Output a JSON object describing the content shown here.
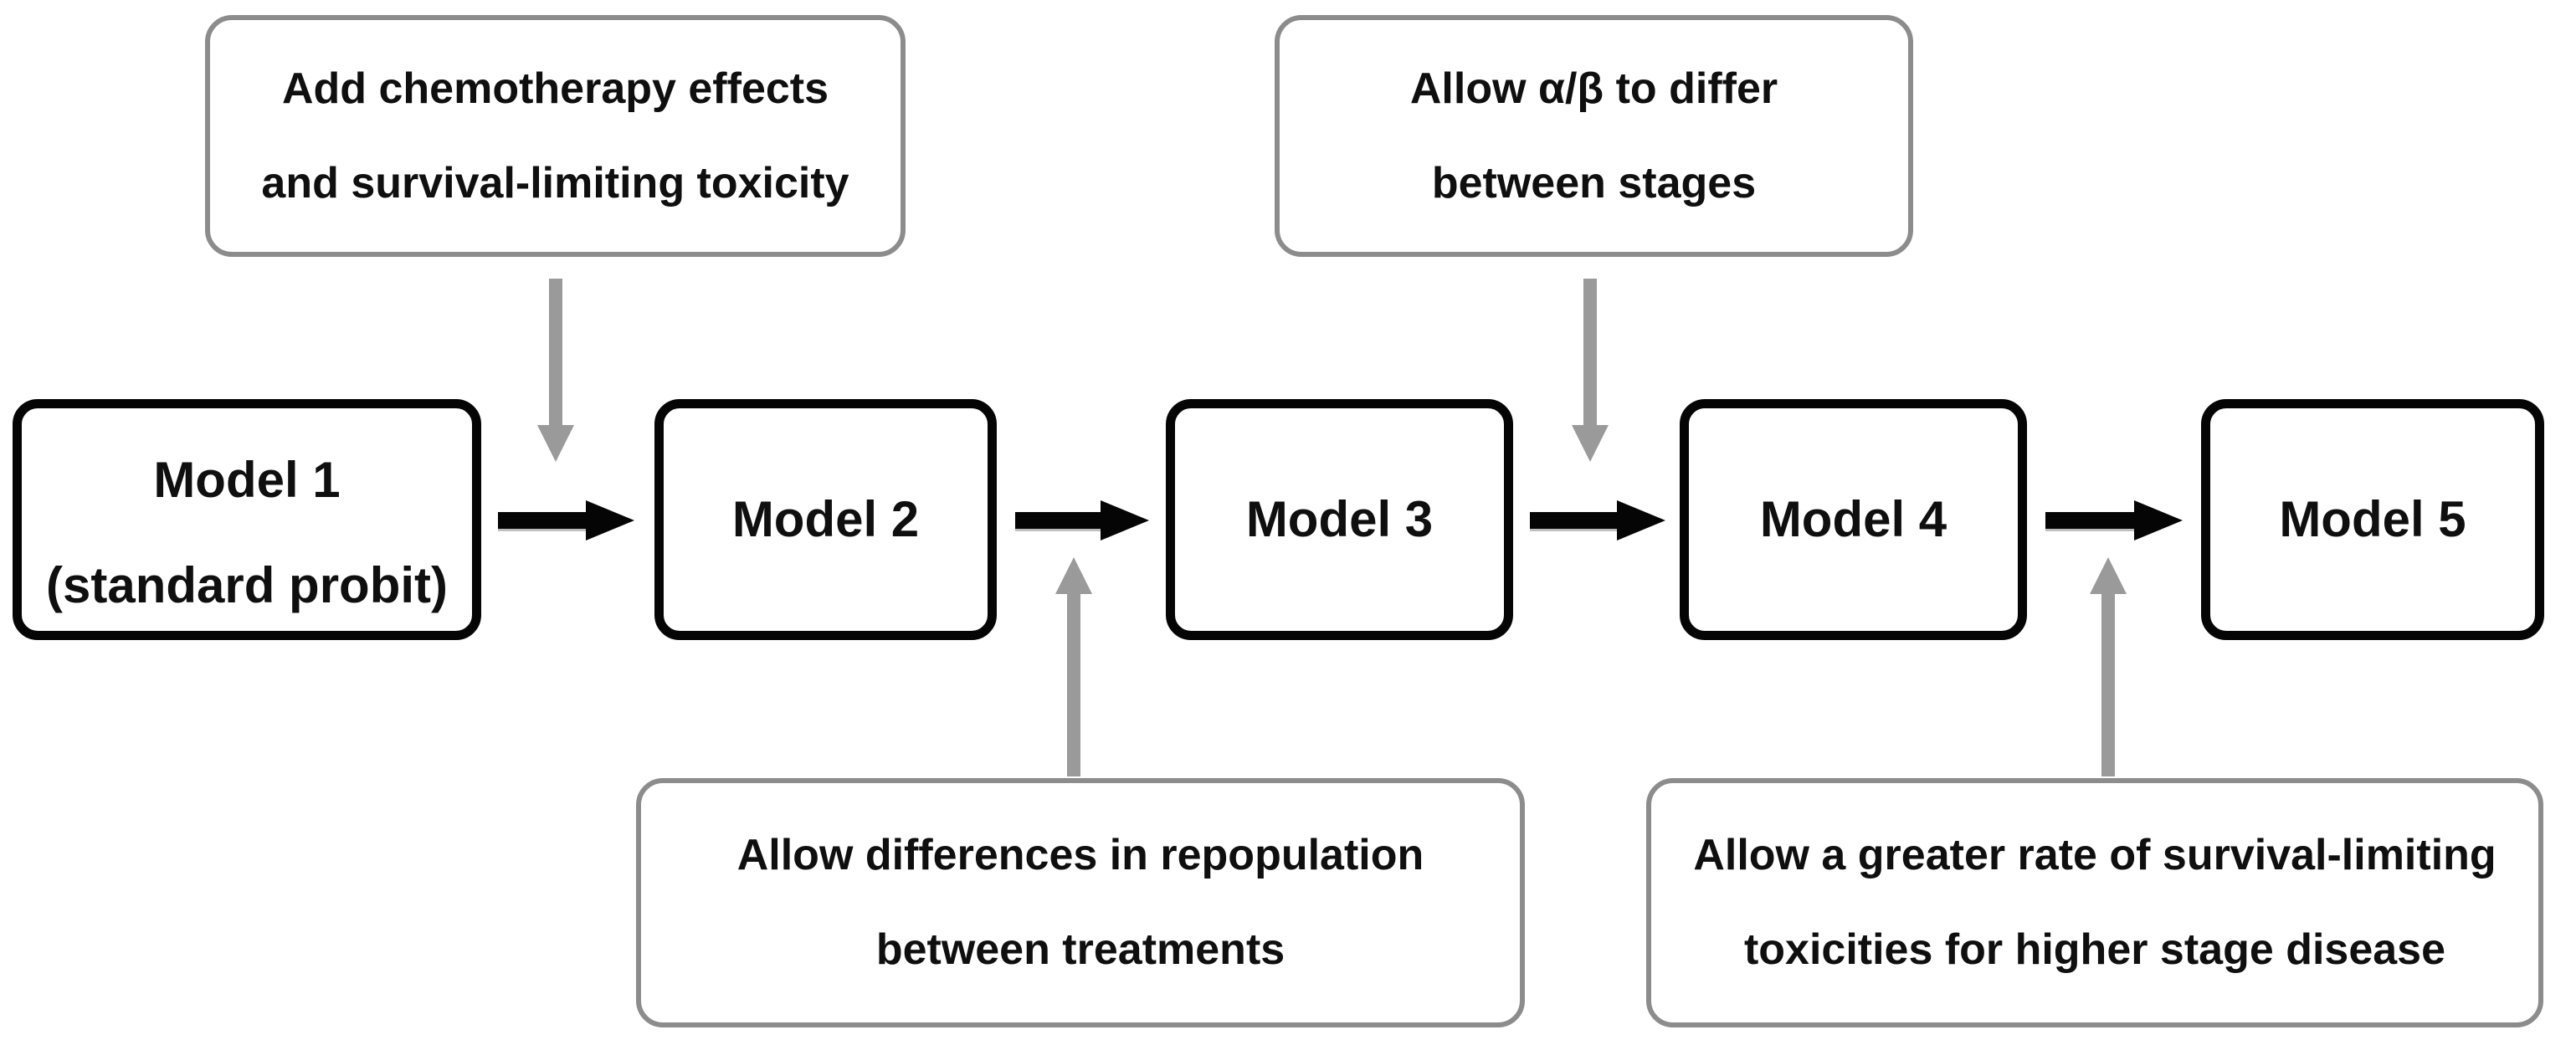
{
  "diagram": {
    "type": "flowchart",
    "background_color": "#ffffff",
    "colors": {
      "model_box_border": "#050505",
      "annotation_box_border": "#8c8c8c",
      "flow_arrow": "#050505",
      "annotation_arrow": "#9a9a9a",
      "text": "#0f0f0f"
    },
    "models": [
      {
        "label": "Model 1",
        "sublabel": "(standard probit)"
      },
      {
        "label": "Model 2",
        "sublabel": ""
      },
      {
        "label": "Model 3",
        "sublabel": ""
      },
      {
        "label": "Model 4",
        "sublabel": ""
      },
      {
        "label": "Model 5",
        "sublabel": ""
      }
    ],
    "flow": "Model 1 → Model 2 → Model 3 → Model 4 → Model 5",
    "annotations": [
      {
        "position": "top-left",
        "points_to": "transition Model 1 → Model 2",
        "arrow_direction": "down",
        "line1": "Add chemotherapy effects",
        "line2": "and survival-limiting toxicity"
      },
      {
        "position": "top-right",
        "points_to": "transition Model 3 → Model 4",
        "arrow_direction": "down",
        "line1": "Allow α/β to differ",
        "line2": "between stages"
      },
      {
        "position": "bottom-left",
        "points_to": "transition Model 2 → Model 3",
        "arrow_direction": "up",
        "line1": "Allow differences in repopulation",
        "line2": "between treatments"
      },
      {
        "position": "bottom-right",
        "points_to": "transition Model 4 → Model 5",
        "arrow_direction": "up",
        "line1": "Allow a greater rate of survival-limiting",
        "line2": "toxicities for higher stage disease"
      }
    ]
  }
}
